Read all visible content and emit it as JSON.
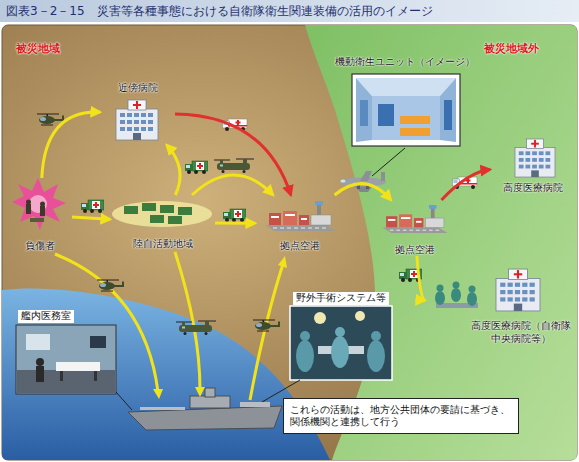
{
  "diagram": {
    "title": "図表3－2－15　災害等各種事態における自衛隊衛生関連装備の活用のイメージ",
    "nodes": [
      {
        "text": [
          "近傍病院"
        ]
      },
      {
        "text": [
          "負傷者"
        ]
      },
      {
        "text": [
          "陸自活動地域"
        ]
      },
      {
        "text": [
          "拠点空港"
        ]
      },
      {
        "text": [
          "機動衛生ユニット（イメージ）"
        ]
      },
      {
        "text": [
          "拠点空港"
        ]
      },
      {
        "text": [
          "高度医療病院"
        ]
      },
      {
        "text": [
          "高度医療病院（自衛隊中央病院等）"
        ]
      },
      {
        "text": [
          "野外手術システム等"
        ]
      },
      {
        "text": [
          "艦内医務室"
        ]
      },
      {
        "text": [
          "これらの活動は、地方公共団体の要請に基づき、関係機関と連携して行う"
        ]
      }
    ],
    "edges": [
      {
        "from": 1,
        "to": 0,
        "arrow": "to"
      },
      {
        "from": 1,
        "to": 2,
        "arrow": "to"
      },
      {
        "from": 2,
        "to": 0,
        "arrow": "to"
      },
      {
        "from": 0,
        "to": 3,
        "arrow": "to"
      },
      {
        "from": 2,
        "to": 3,
        "arrow": "to"
      },
      {
        "from": 2,
        "to": 3,
        "arrow": "to"
      },
      {
        "from": 3,
        "to": 5,
        "arrow": "to"
      },
      {
        "from": 5,
        "to": 6,
        "arrow": "to"
      },
      {
        "from": 5,
        "to": 7,
        "arrow": "to"
      }
    ],
    "labels": [
      "被災地域",
      "被災地域外"
    ]
  }
}
